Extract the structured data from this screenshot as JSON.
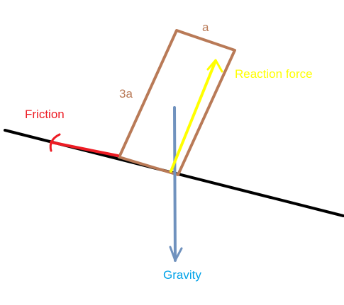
{
  "labels": {
    "side_short": "a",
    "side_long": "3a",
    "reaction": "Reaction force",
    "friction": "Friction",
    "gravity": "Gravity"
  },
  "colors": {
    "incline": "#000000",
    "block": "#b97a57",
    "reaction": "#ffff00",
    "friction": "#ed1c24",
    "gravity": "#7092be",
    "gravity_text": "#00a2e8",
    "background": "#ffffff"
  }
}
